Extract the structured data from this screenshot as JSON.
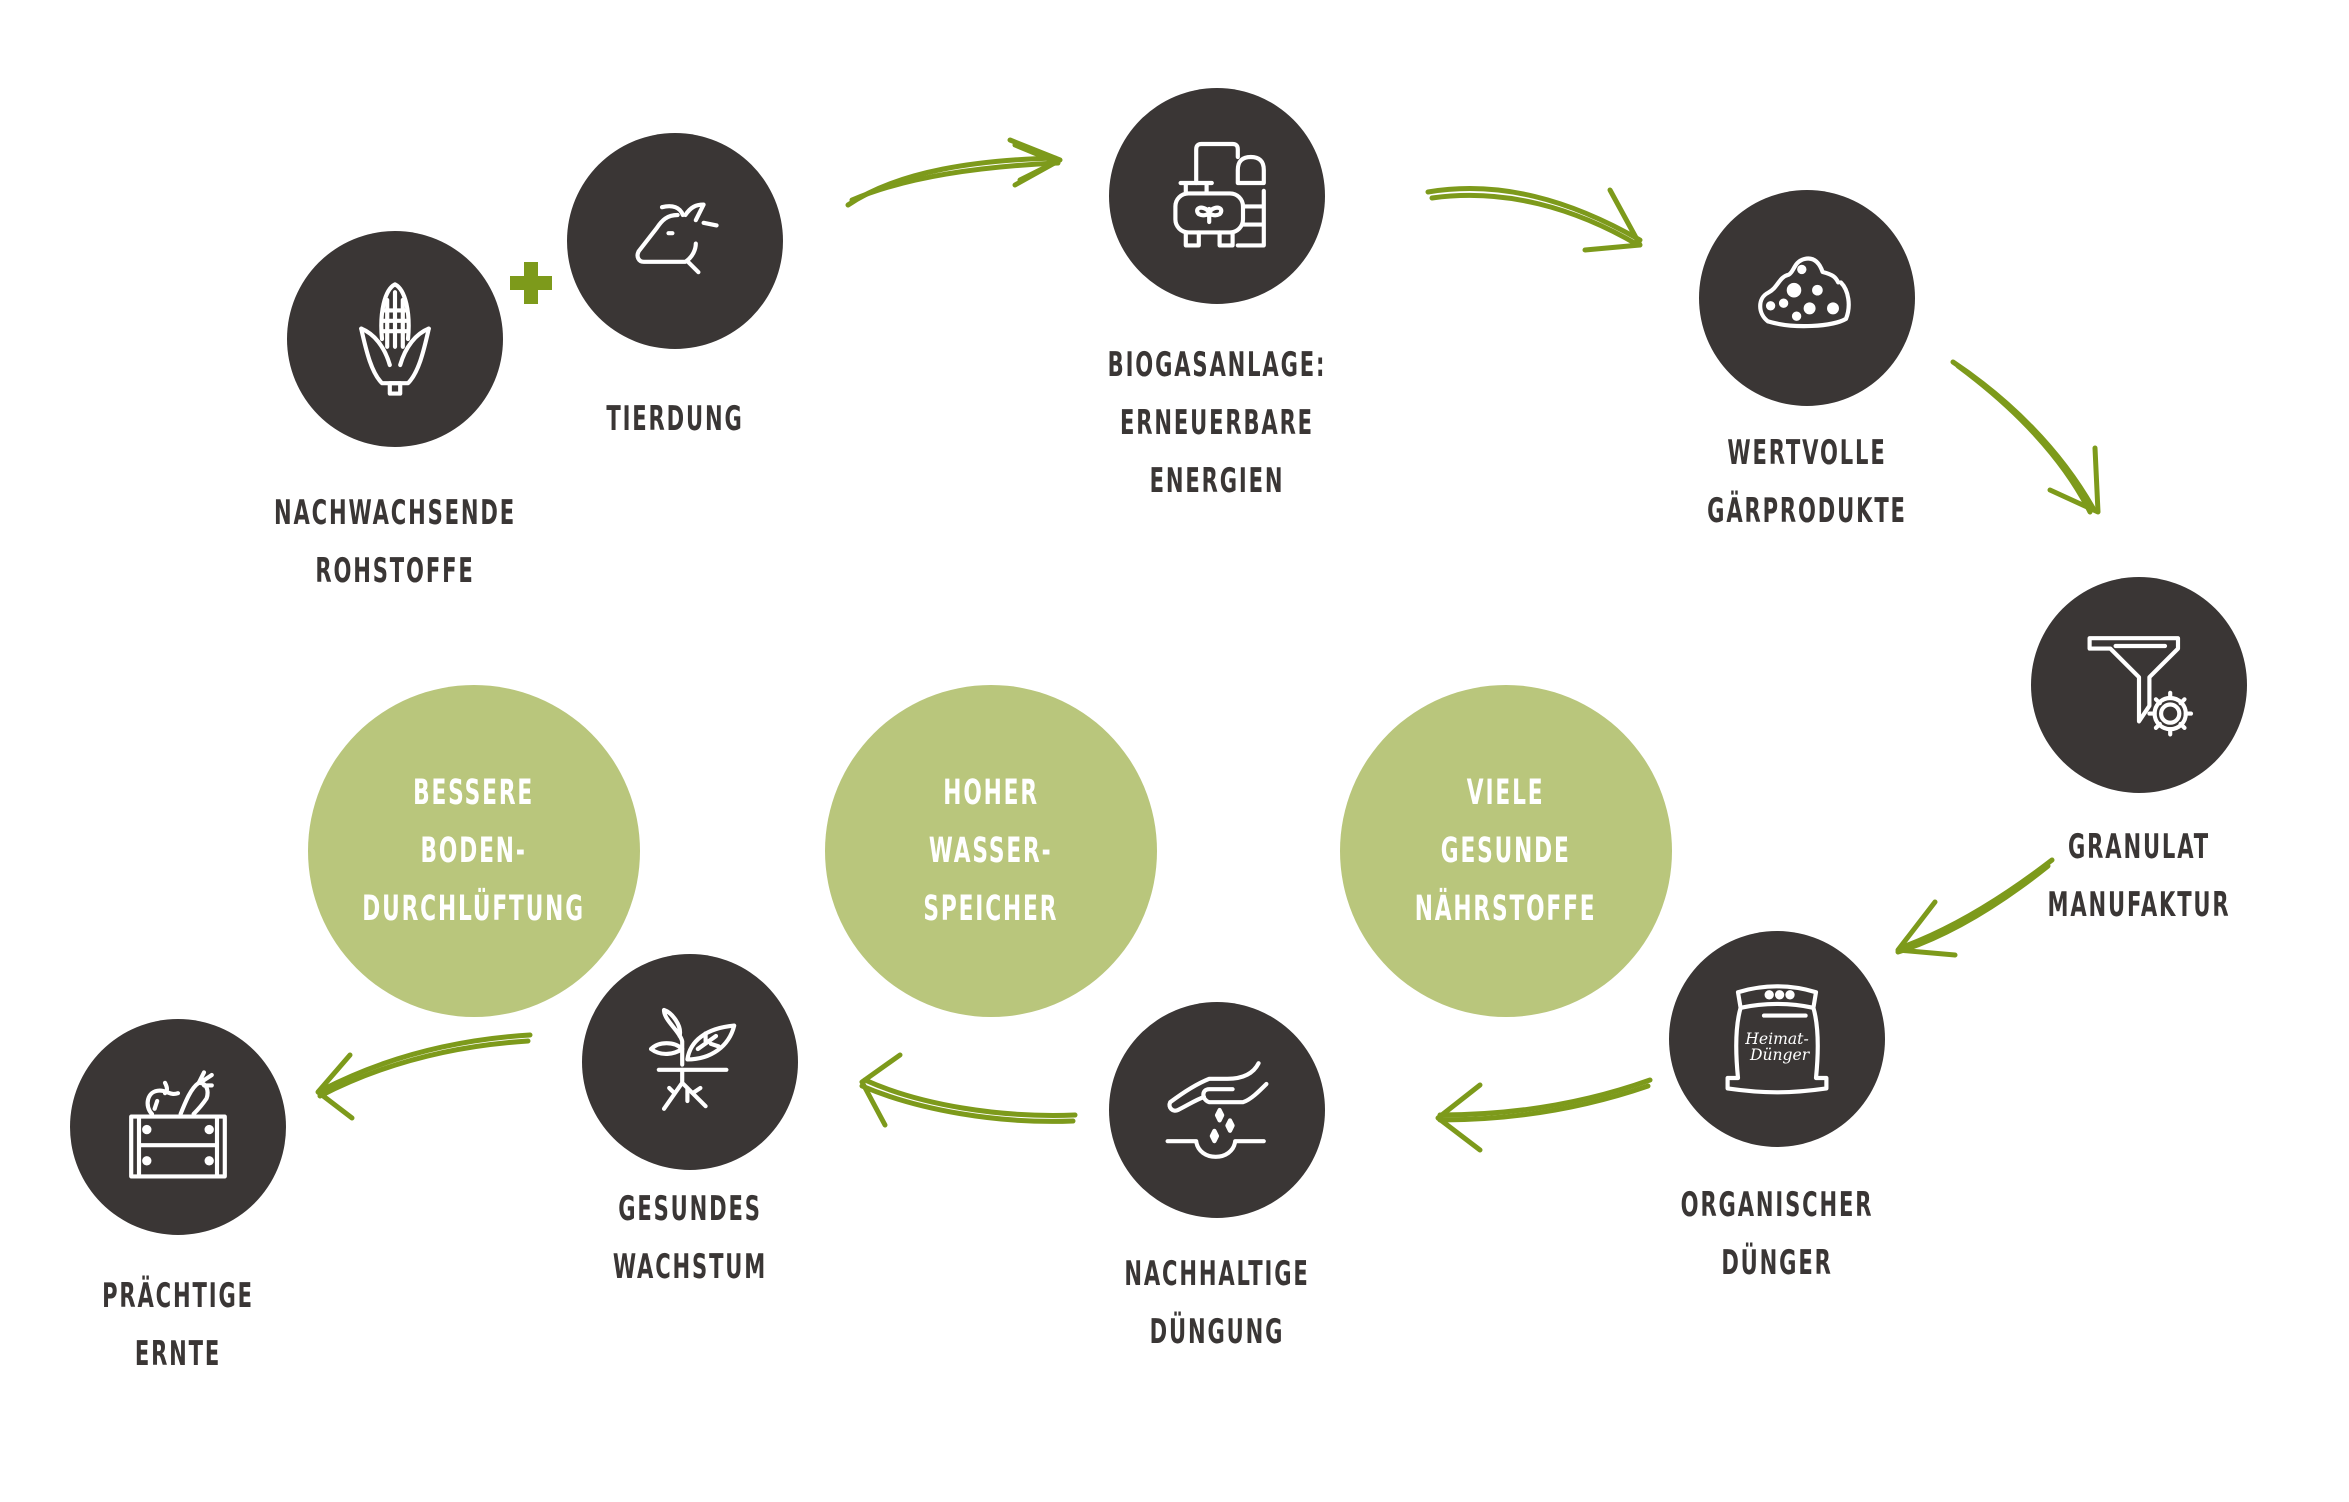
{
  "diagram": {
    "title": "Kreislauf Heimat-Dünger",
    "colors": {
      "node": "#3a3635",
      "benefit": "#b9c67c",
      "arrow": "#7d9a1b",
      "text": "#3a3635"
    },
    "plus_symbol": "+",
    "steps": [
      {
        "id": "rohstoffe",
        "icon": "corn-icon",
        "lines": [
          "NACHWACHSENDE",
          "ROHSTOFFE"
        ]
      },
      {
        "id": "tierdung",
        "icon": "cow-icon",
        "lines": [
          "TIERDUNG"
        ]
      },
      {
        "id": "biogas",
        "icon": "biogas-plant-icon",
        "lines": [
          "BIOGASANLAGE:",
          "ERNEUERBARE ENERGIEN"
        ]
      },
      {
        "id": "gaerprodukte",
        "icon": "compost-heap-icon",
        "lines": [
          "WERTVOLLE",
          "GÄRPRODUKTE"
        ]
      },
      {
        "id": "granulat",
        "icon": "funnel-gear-icon",
        "lines": [
          "GRANULAT",
          "MANUFAKTUR"
        ]
      },
      {
        "id": "duenger",
        "icon": "fertilizer-bag-icon",
        "bag_text": [
          "Heimat-",
          "Dünger"
        ],
        "lines": [
          "ORGANISCHER",
          "DÜNGER"
        ]
      },
      {
        "id": "duengung",
        "icon": "hand-sowing-icon",
        "lines": [
          "NACHHALTIGE",
          "DÜNGUNG"
        ]
      },
      {
        "id": "wachstum",
        "icon": "sprout-roots-icon",
        "lines": [
          "GESUNDES",
          "WACHSTUM"
        ]
      },
      {
        "id": "ernte",
        "icon": "harvest-crate-icon",
        "lines": [
          "PRÄCHTIGE",
          "ERNTE"
        ]
      }
    ],
    "benefits": [
      {
        "id": "boden",
        "lines": [
          "BESSERE",
          "BODEN-",
          "DURCHLÜFTUNG"
        ]
      },
      {
        "id": "wasser",
        "lines": [
          "HOHER",
          "WASSER-",
          "SPEICHER"
        ]
      },
      {
        "id": "naehrstoffe",
        "lines": [
          "VIELE",
          "GESUNDE",
          "NÄHRSTOFFE"
        ]
      }
    ]
  }
}
